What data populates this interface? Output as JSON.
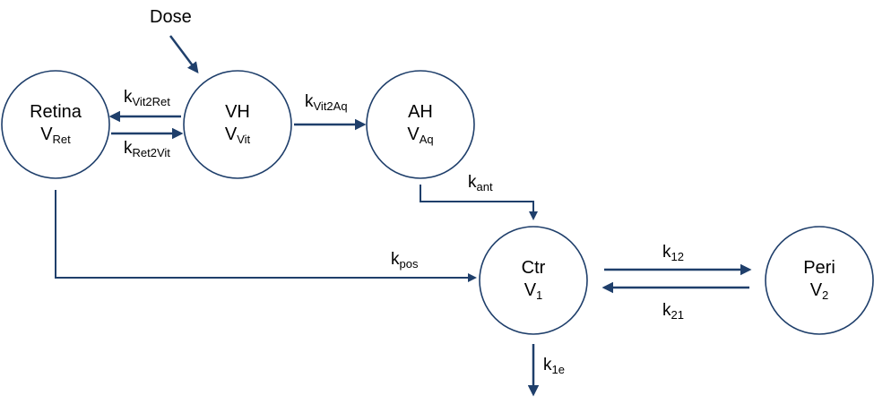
{
  "colors": {
    "line": "#1f3f6b",
    "node_stroke": "#1f3f6b",
    "text": "#000000"
  },
  "dose": {
    "label": "Dose"
  },
  "nodes": {
    "retina": {
      "name": "Retina",
      "vol_main": "V",
      "vol_sub": "Ret"
    },
    "vh": {
      "name": "VH",
      "vol_main": "V",
      "vol_sub": "Vit"
    },
    "ah": {
      "name": "AH",
      "vol_main": "V",
      "vol_sub": "Aq"
    },
    "ctr": {
      "name": "Ctr",
      "vol_main": "V",
      "vol_sub": "1"
    },
    "peri": {
      "name": "Peri",
      "vol_main": "V",
      "vol_sub": "2"
    }
  },
  "rates": {
    "vit2ret": {
      "main": "k",
      "sub": "Vit2Ret"
    },
    "ret2vit": {
      "main": "k",
      "sub": "Ret2Vit"
    },
    "vit2aq": {
      "main": "k",
      "sub": "Vit2Aq"
    },
    "ant": {
      "main": "k",
      "sub": "ant"
    },
    "pos": {
      "main": "k",
      "sub": "pos"
    },
    "k12": {
      "main": "k",
      "sub": "12"
    },
    "k21": {
      "main": "k",
      "sub": "21"
    },
    "k1e": {
      "main": "k",
      "sub": "1e"
    }
  }
}
